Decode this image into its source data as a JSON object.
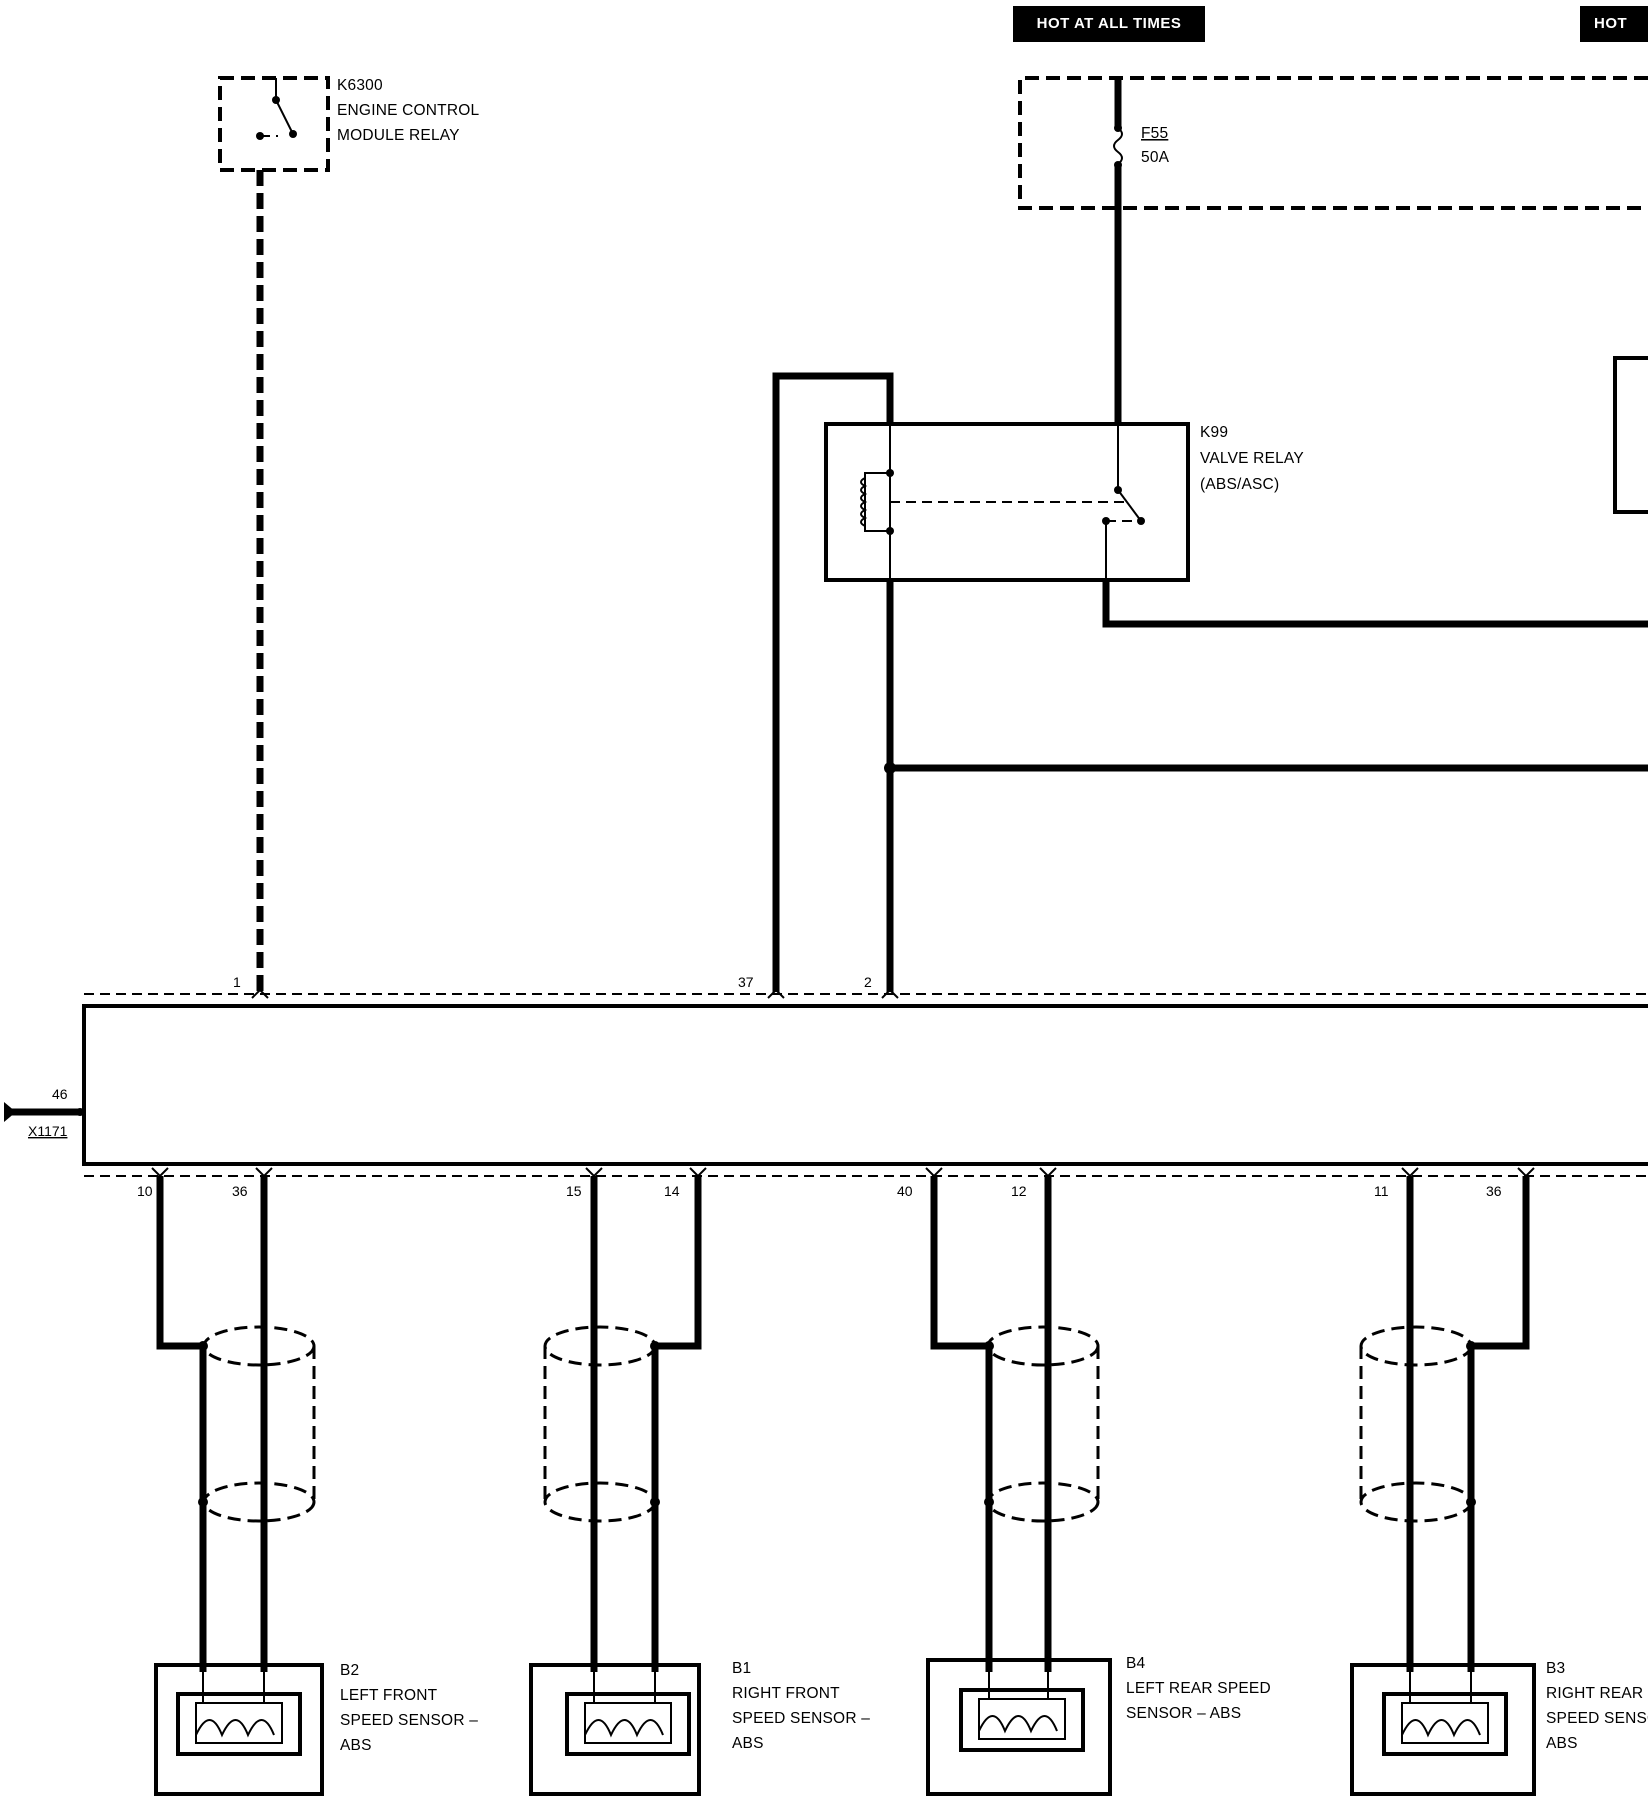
{
  "power_tags": {
    "hot_at_all_times": "HOT AT ALL TIMES",
    "hot_partial": "HOT"
  },
  "fuse": {
    "id": "F55",
    "rating": "50A"
  },
  "relays": {
    "ecm_relay": {
      "id": "K6300",
      "name_line1": "ENGINE CONTROL",
      "name_line2": "MODULE RELAY"
    },
    "valve_relay": {
      "id": "K99",
      "name_line1": "VALVE RELAY",
      "name_line2": "(ABS/ASC)"
    }
  },
  "module": {
    "ground_pin": "46",
    "ground_ref": "X1171",
    "top_pins": [
      "1",
      "37",
      "2"
    ],
    "bottom_pins": [
      "10",
      "36",
      "15",
      "14",
      "40",
      "12",
      "11",
      "36"
    ]
  },
  "sensors": [
    {
      "id": "B2",
      "line1": "LEFT FRONT",
      "line2": "SPEED SENSOR –",
      "line3": "ABS"
    },
    {
      "id": "B1",
      "line1": "RIGHT FRONT",
      "line2": "SPEED SENSOR –",
      "line3": "ABS"
    },
    {
      "id": "B4",
      "line1": "LEFT REAR SPEED",
      "line2": "SENSOR – ABS",
      "line3": ""
    },
    {
      "id": "B3",
      "line1": "RIGHT REAR",
      "line2": "SPEED SENSOR –",
      "line3": "ABS"
    }
  ]
}
